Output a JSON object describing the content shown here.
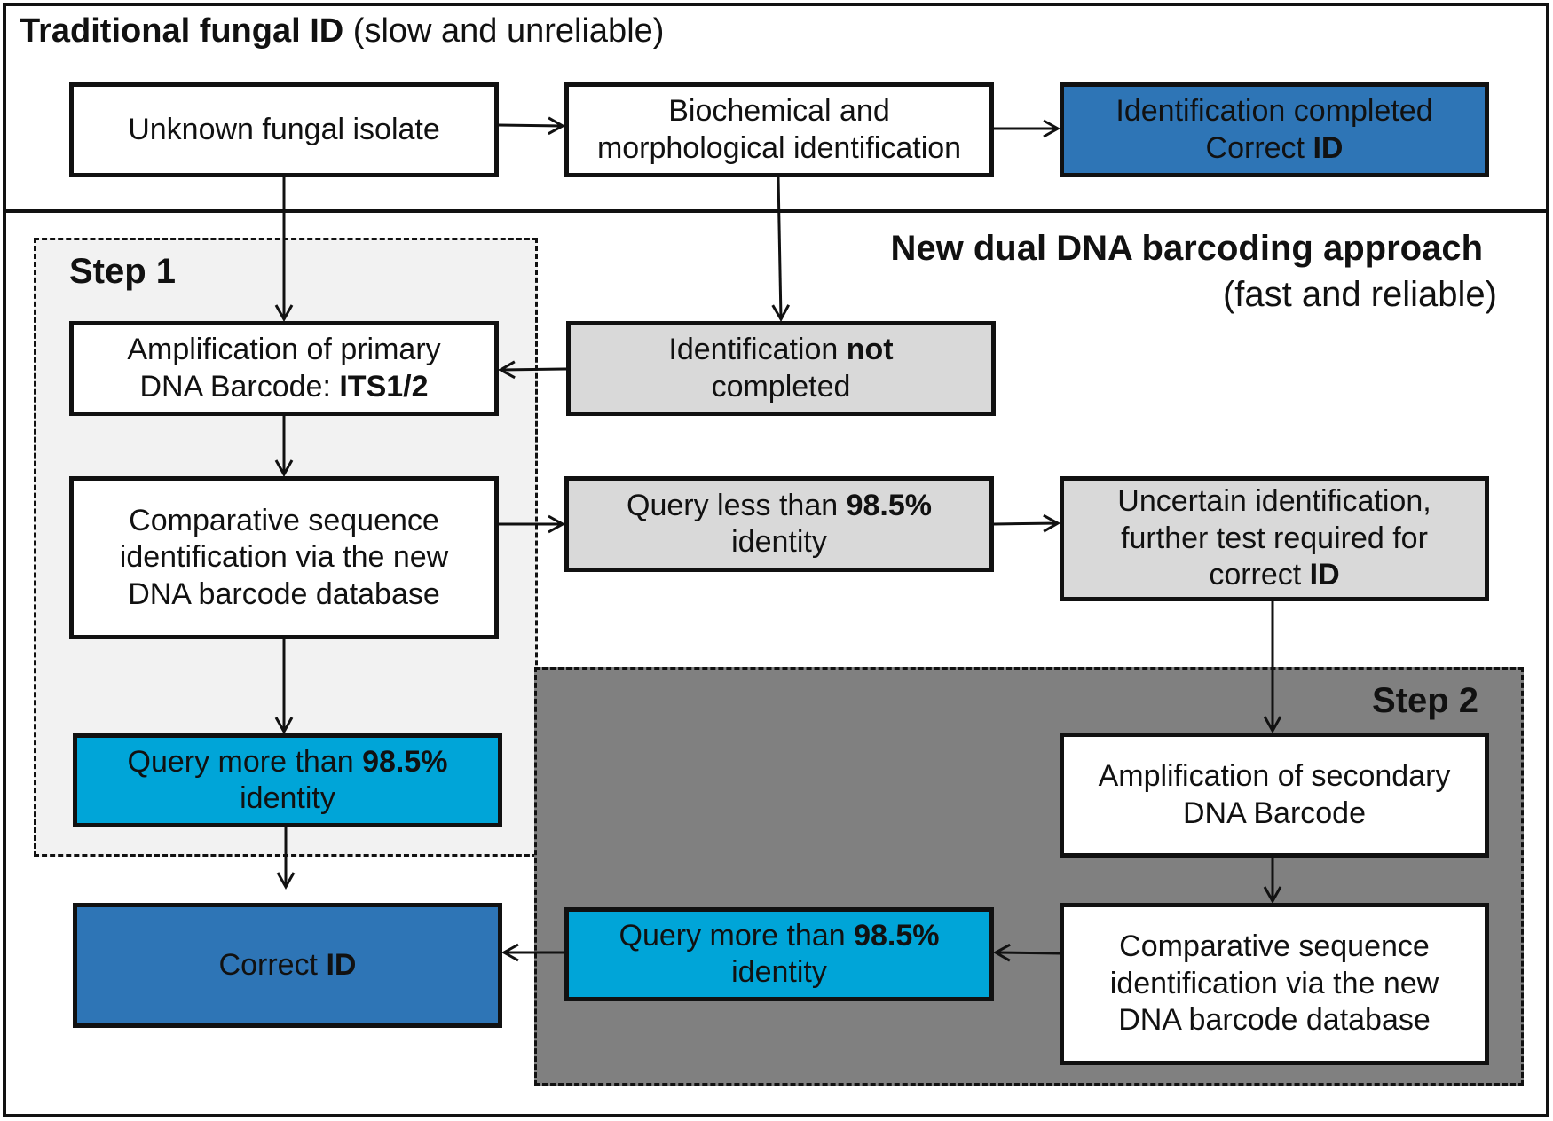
{
  "traditional": {
    "title_bold": "Traditional fungal ID",
    "title_rest": " (slow and unreliable)"
  },
  "new_approach": {
    "title": "New dual DNA barcoding approach",
    "subtitle": "(fast and reliable)"
  },
  "steps": {
    "step1": "Step 1",
    "step2": "Step 2"
  },
  "nodes": {
    "unknown_isolate": {
      "text": "Unknown fungal isolate"
    },
    "biochemical": {
      "line1": "Biochemical and",
      "line2": "morphological identification"
    },
    "id_completed": {
      "line1": "Identification completed",
      "line2_pre": "Correct ",
      "line2_bold": "ID"
    },
    "amp_primary": {
      "line1": "Amplification of primary",
      "line2_pre": "DNA Barcode: ",
      "line2_bold": "ITS1/2"
    },
    "id_not_completed": {
      "line1_pre": "Identification ",
      "line1_bold": "not",
      "line2": "completed"
    },
    "comparative1": {
      "line1": "Comparative sequence",
      "line2": "identification via the new",
      "line3": "DNA barcode database"
    },
    "query_less": {
      "line1_pre": "Query less than ",
      "line1_bold": "98.5%",
      "line2": "identity"
    },
    "uncertain": {
      "line1": "Uncertain identification,",
      "line2": "further test required for",
      "line3_pre": "correct ",
      "line3_bold": "ID"
    },
    "query_more1": {
      "line1_pre": "Query more than ",
      "line1_bold": "98.5%",
      "line2": "identity"
    },
    "amp_secondary": {
      "line1": "Amplification of secondary",
      "line2": "DNA Barcode"
    },
    "correct_id": {
      "pre": "Correct ",
      "bold": "ID"
    },
    "query_more2": {
      "line1_pre": "Query more than ",
      "line1_bold": "98.5%",
      "line2": "identity"
    },
    "comparative2": {
      "line1": "Comparative sequence",
      "line2": "identification via the new",
      "line3": "DNA barcode database"
    }
  },
  "colors": {
    "white_box": "#ffffff",
    "grey_box": "#d9d9d9",
    "light_blue_box": "#00a5d8",
    "dark_blue_box": "#2e75b6",
    "step1_panel": "#f2f2f2",
    "step2_panel": "#808080"
  }
}
